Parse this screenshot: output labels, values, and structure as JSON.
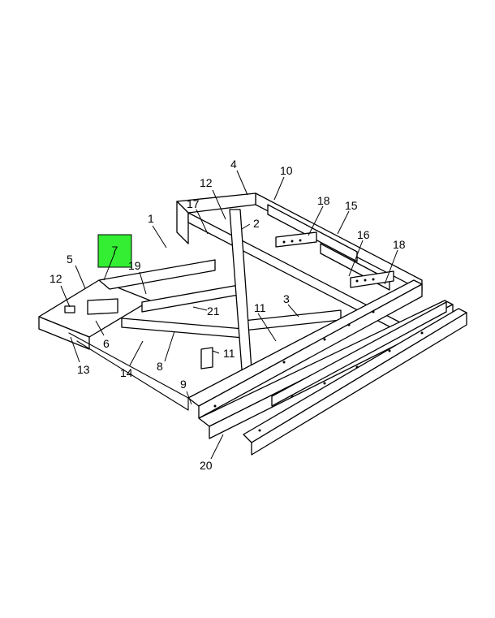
{
  "diagram": {
    "type": "exploded-parts-illustration",
    "highlight": {
      "label": "7",
      "color": "#33ee33"
    },
    "callouts": [
      "1",
      "2",
      "3",
      "4",
      "5",
      "6",
      "8",
      "9",
      "10",
      "11",
      "11",
      "12",
      "12",
      "13",
      "14",
      "15",
      "16",
      "17",
      "18",
      "18",
      "19",
      "20",
      "21"
    ]
  }
}
